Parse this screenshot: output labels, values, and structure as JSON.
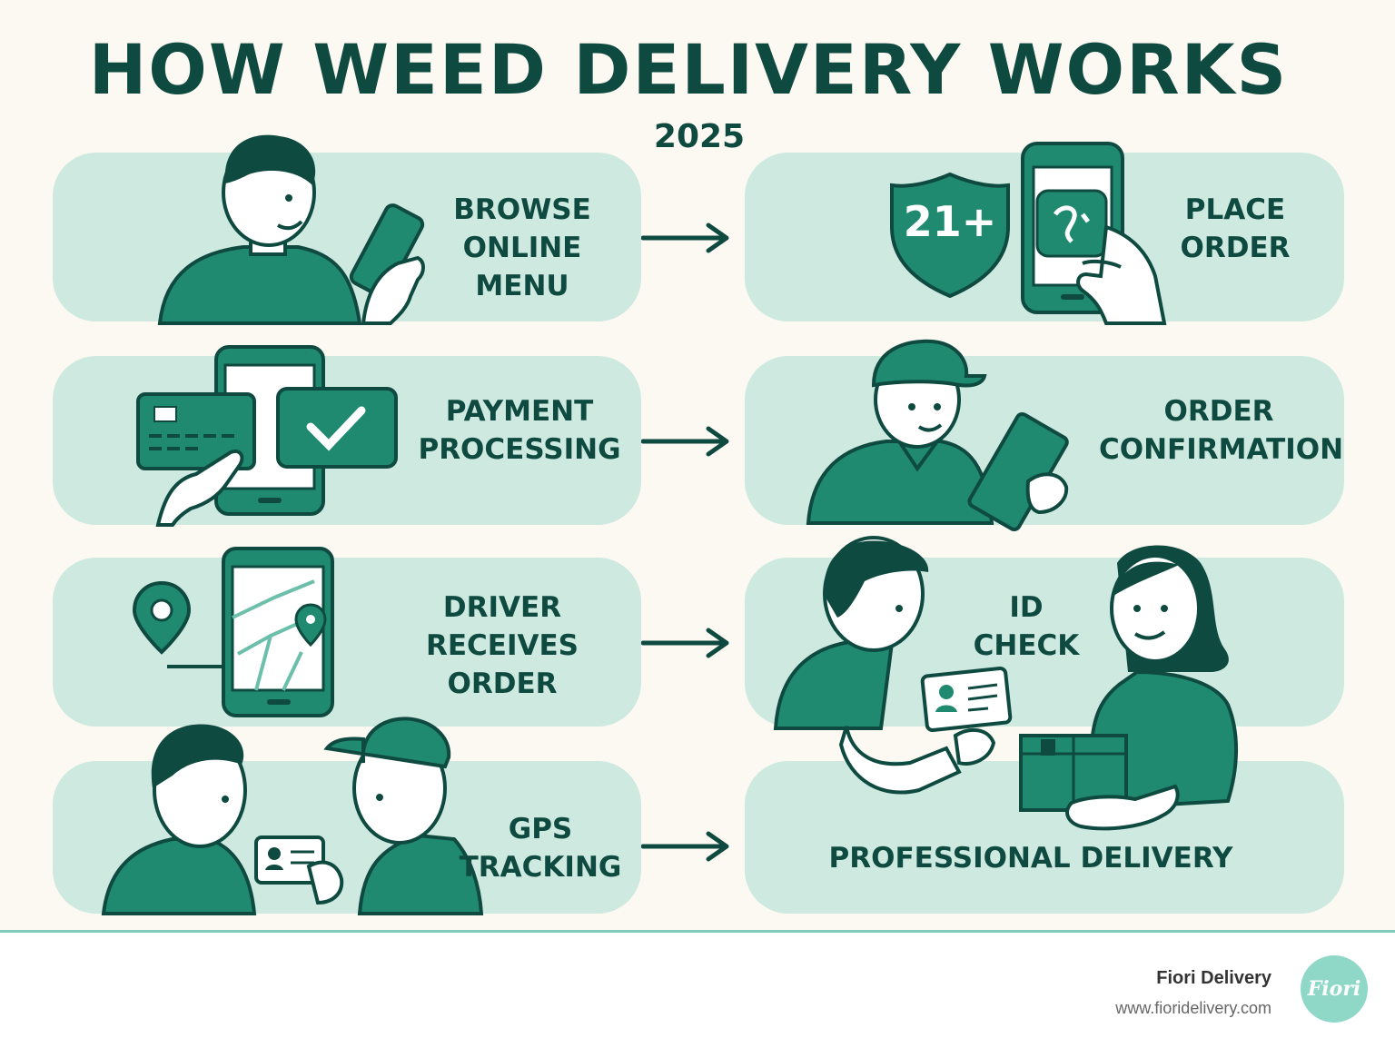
{
  "title": "HOW WEED DELIVERY WORKS",
  "year": "2025",
  "steps": {
    "browse": [
      "BROWSE",
      "ONLINE",
      "MENU"
    ],
    "place": [
      "PLACE",
      "ORDER"
    ],
    "payment": [
      "PAYMENT",
      "PROCESSING"
    ],
    "confirm": [
      "ORDER",
      "CONFIRMATION"
    ],
    "driver": [
      "DRIVER",
      "RECEIVES",
      "ORDER"
    ],
    "idcheck": [
      "ID",
      "CHECK"
    ],
    "gps": [
      "GPS",
      "TRACKING"
    ],
    "delivery": "PROFESSIONAL DELIVERY"
  },
  "badge_21": "21+",
  "footer": {
    "brand": "Fiori Delivery",
    "url": "www.fioridelivery.com",
    "logo_text": "Fiori"
  },
  "colors": {
    "background": "#fbf9f1",
    "card": "#cde9e0",
    "dark_text": "#0f4a41",
    "teal": "#1f8a70",
    "accent_line": "#7fcab9"
  },
  "icons": [
    "person-phone-icon",
    "shield-21-icon",
    "phone-tap-icon",
    "credit-card-icon",
    "phone-check-icon",
    "courier-tablet-icon",
    "map-pin-icon",
    "phone-map-icon",
    "id-card-icon",
    "package-icon",
    "arrow-right-icon"
  ]
}
